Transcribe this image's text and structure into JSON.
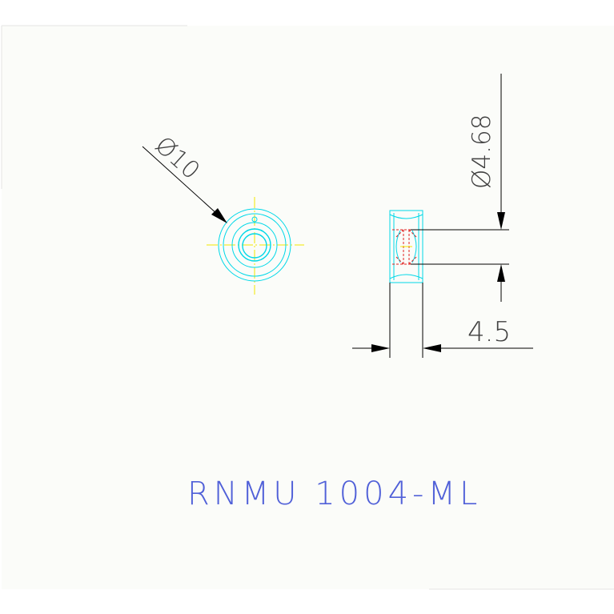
{
  "drawing": {
    "part_number": "RNMU 1004-ML",
    "dimensions": {
      "outer_diameter": "Ø10",
      "inner_diameter": "Ø4.68",
      "width": "4.5"
    }
  },
  "colors": {
    "background": "#fbfcf9",
    "dimension_line": "#000000",
    "part_outline": "#00d8e8",
    "center_line": "#f0e800",
    "hidden_line": "#e02020",
    "title_text": "#5060d8",
    "dimension_text": "#404040"
  }
}
